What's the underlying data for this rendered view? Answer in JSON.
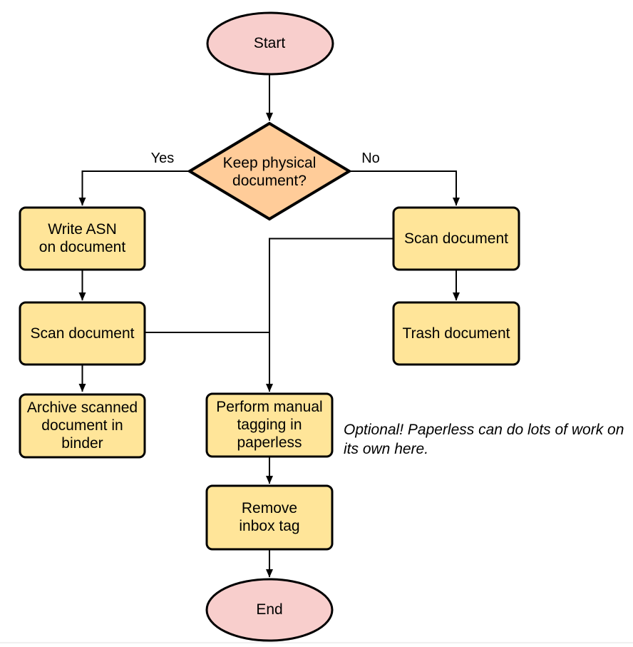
{
  "diagram": {
    "type": "flowchart",
    "nodes": {
      "start": {
        "label": "Start",
        "shape": "ellipse",
        "fill": "#f8cecc"
      },
      "decision": {
        "label": "Keep physical\ndocument?",
        "shape": "diamond",
        "fill": "#ffcc99"
      },
      "write_asn": {
        "label": "Write ASN\non document",
        "shape": "rect",
        "fill": "#ffe599"
      },
      "scan_left": {
        "label": "Scan document",
        "shape": "rect",
        "fill": "#ffe599"
      },
      "archive": {
        "label": "Archive scanned\ndocument in\nbinder",
        "shape": "rect",
        "fill": "#ffe599"
      },
      "scan_right": {
        "label": "Scan document",
        "shape": "rect",
        "fill": "#ffe599"
      },
      "trash": {
        "label": "Trash document",
        "shape": "rect",
        "fill": "#ffe599"
      },
      "tagging": {
        "label": "Perform manual\ntagging in\npaperless",
        "shape": "rect",
        "fill": "#ffe599"
      },
      "remove_inbox": {
        "label": "Remove\ninbox tag",
        "shape": "rect",
        "fill": "#ffe599"
      },
      "end": {
        "label": "End",
        "shape": "ellipse",
        "fill": "#f8cecc"
      }
    },
    "edge_labels": {
      "yes": "Yes",
      "no": "No"
    },
    "annotation": "Optional! Paperless can do lots of work on\nits own here.",
    "colors": {
      "stroke": "#000000",
      "terminal_fill": "#f8cecc",
      "decision_fill": "#ffcc99",
      "process_fill": "#ffe599",
      "page_break": "#f0f0f0"
    }
  }
}
